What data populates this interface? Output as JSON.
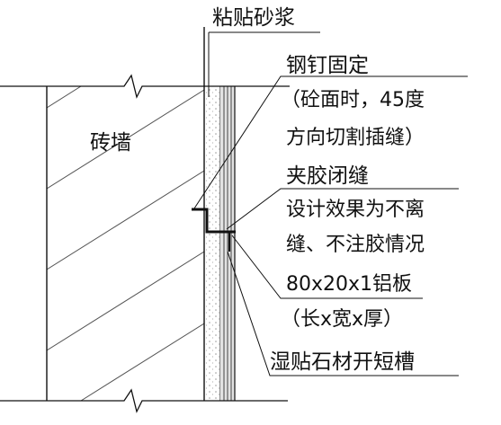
{
  "labels": {
    "mortar": "粘贴砂浆",
    "brick_wall": "砖墙",
    "nail_line1": "钢钉固定",
    "nail_line2": "（砼面时，45度",
    "nail_line3": "方向切割插缝）",
    "sealant": "夹胶闭缝",
    "design_line1": "设计效果为不离",
    "design_line2": "缝、不注胶情况",
    "plate_line1": "80x20x1铝板",
    "plate_line2": "（长x宽x厚）",
    "slot": "湿贴石材开短槽"
  },
  "colors": {
    "line": "#111111",
    "stone": "#dedede",
    "hatch": "#555555"
  }
}
